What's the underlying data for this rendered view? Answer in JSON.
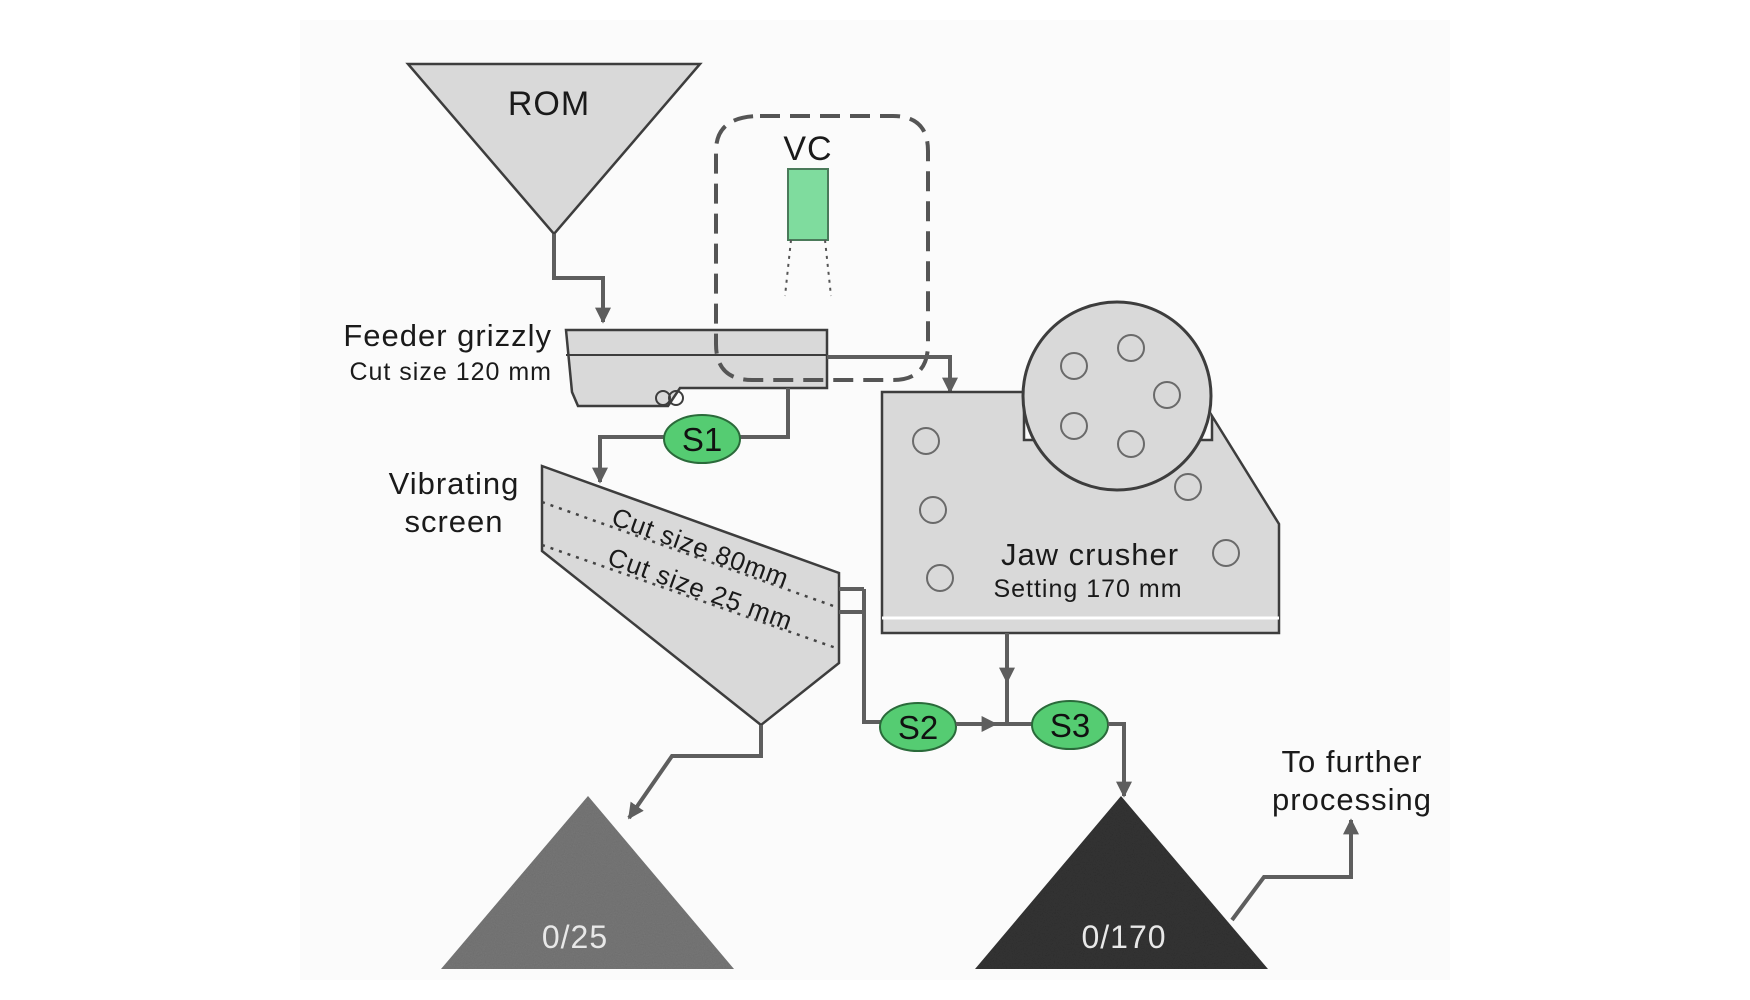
{
  "colors": {
    "equipment_fill": "#d9d9d9",
    "flow_line": "#5e5e5e",
    "sample_node": "#55cc72",
    "camera": "#7fdc9e",
    "fine_pile": "#777777",
    "coarse_pile": "#333333"
  },
  "rom": {
    "label": "ROM"
  },
  "vc": {
    "label": "VC"
  },
  "feeder": {
    "name": "Feeder grizzly",
    "spec": "Cut size 120 mm"
  },
  "screen": {
    "name_line1": "Vibrating",
    "name_line2": "screen",
    "deck_top": "Cut size 80mm",
    "deck_bottom": "Cut size 25 mm"
  },
  "crusher": {
    "name": "Jaw crusher",
    "spec": "Setting 170 mm"
  },
  "samples": {
    "s1": "S1",
    "s2": "S2",
    "s3": "S3"
  },
  "piles": {
    "fine": "0/25",
    "coarse": "0/170"
  },
  "output": {
    "line1": "To further",
    "line2": "processing"
  }
}
